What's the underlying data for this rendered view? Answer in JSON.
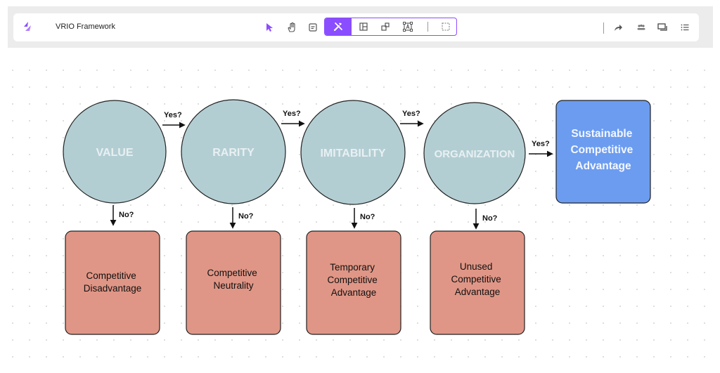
{
  "toolbar": {
    "title": "VRIO Framework",
    "tools": [
      "select-icon",
      "hand-icon",
      "note-icon",
      "tools-icon",
      "layout-icon",
      "shapes-icon",
      "text-frame-icon",
      "frame-select-icon"
    ],
    "right_icons": [
      "share-icon",
      "people-icon",
      "comments-icon",
      "menu-icon"
    ]
  },
  "diagram": {
    "circles": [
      {
        "label": "VALUE"
      },
      {
        "label": "RARITY"
      },
      {
        "label": "IMITABILITY"
      },
      {
        "label": "ORGANIZATION"
      }
    ],
    "outcomes": [
      {
        "lines": [
          "Competitive",
          "Disadvantage"
        ]
      },
      {
        "lines": [
          "Competitive",
          "Neutrality"
        ]
      },
      {
        "lines": [
          "Temporary",
          "Competitive",
          "Advantage"
        ]
      },
      {
        "lines": [
          "Unused",
          "Competitive",
          "Advantage"
        ]
      }
    ],
    "final": {
      "lines": [
        "Sustainable",
        "Competitive",
        "Advantage"
      ]
    },
    "yes_label": "Yes?",
    "no_label": "No?"
  },
  "colors": {
    "accent": "#8a4dff",
    "circle_fill": "#b3ced3",
    "outcome_fill": "#e09686",
    "final_fill": "#6b9cf0"
  }
}
